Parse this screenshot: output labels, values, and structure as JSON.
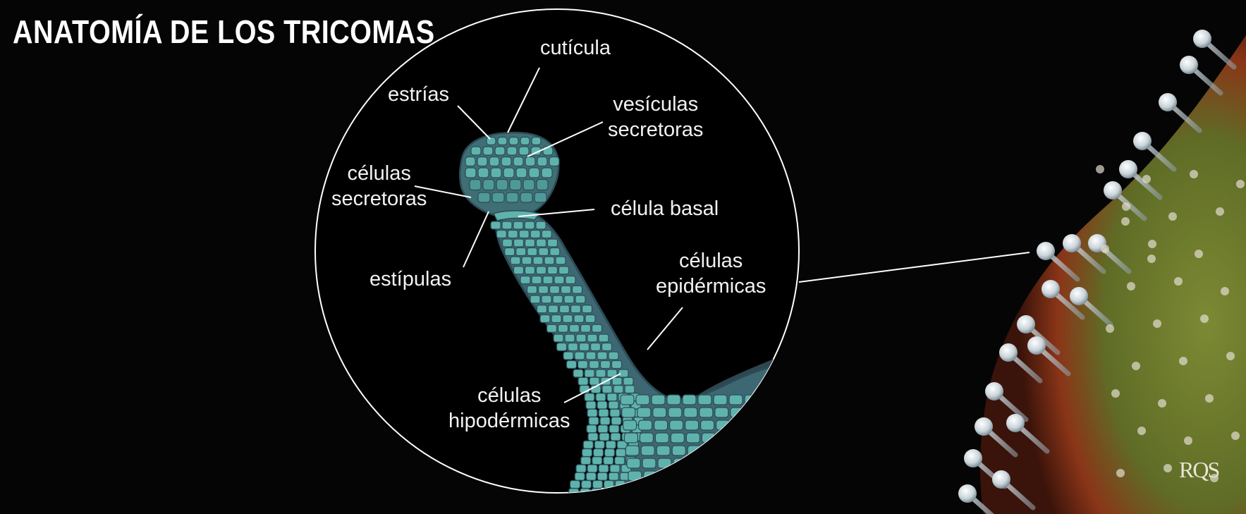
{
  "title": "ANATOMÍA DE LOS TRICOMAS",
  "labels": {
    "cuticula": "cutícula",
    "estrias": "estrías",
    "vesiculas_1": "vesículas",
    "vesiculas_2": "secretoras",
    "celulas_secretoras_1": "células",
    "celulas_secretoras_2": "secretoras",
    "celula_basal": "célula basal",
    "estipulas": "estípulas",
    "celulas_epidermicas_1": "células",
    "celulas_epidermicas_2": "epidérmicas",
    "celulas_hipodermicas_1": "células",
    "celulas_hipodermicas_2": "hipodérmicas"
  },
  "logo": "RQS",
  "colors": {
    "background": "#050505",
    "cell_fill": "#5fb3ad",
    "cell_outline": "#2c4c56",
    "stalk_outer": "#3d6773",
    "leaf_green": "#6c7a2e",
    "leaf_red": "#8e2a16",
    "trichome_head": "#dfe6ea",
    "line": "#ffffff"
  }
}
